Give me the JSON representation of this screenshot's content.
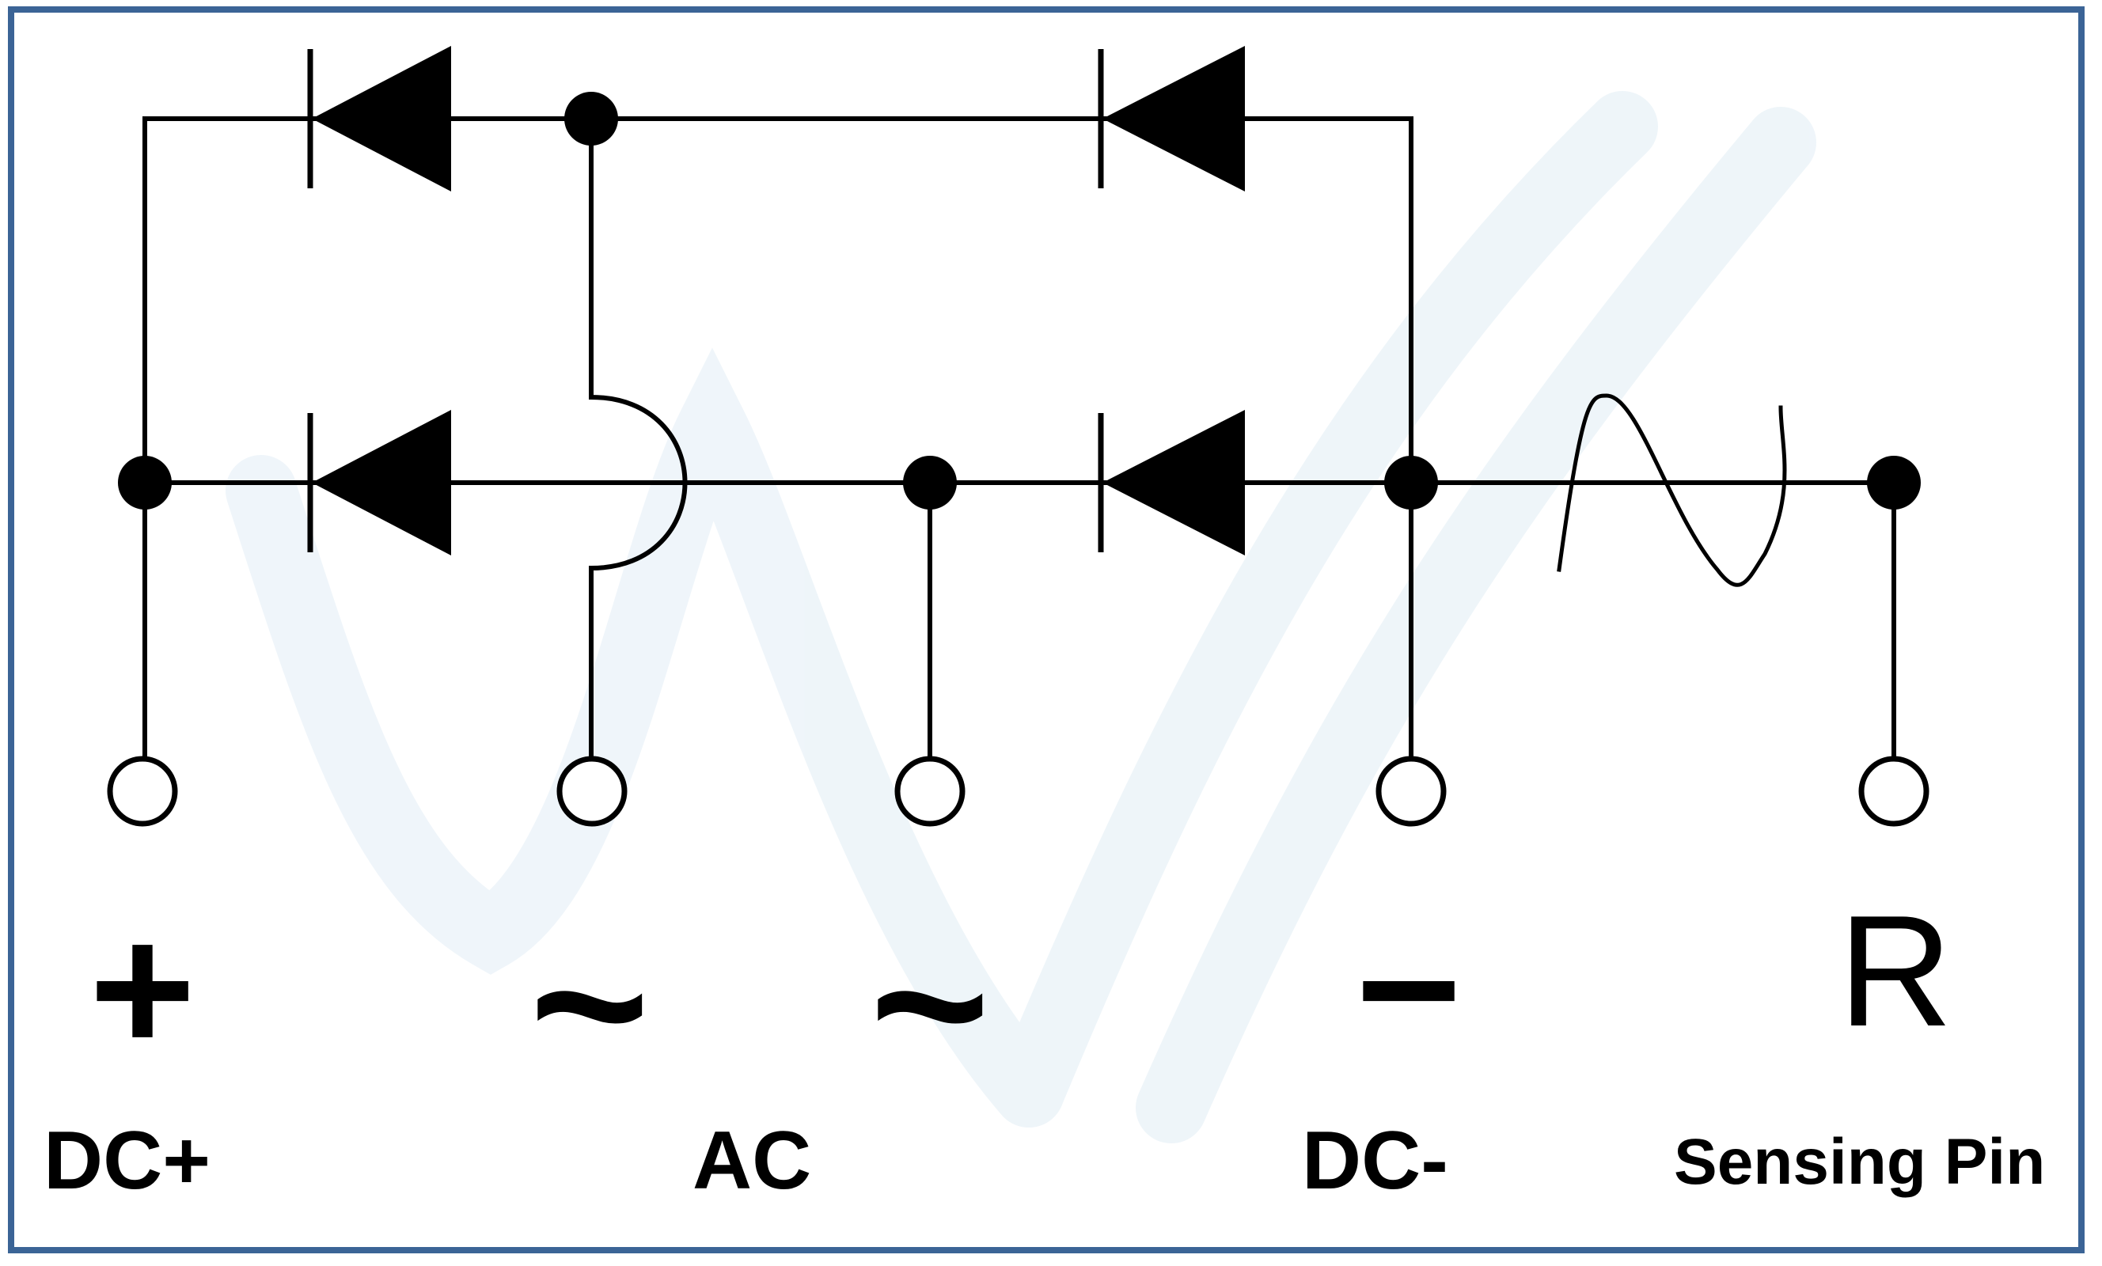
{
  "colors": {
    "frame": "#3b6496",
    "line": "#000000",
    "background": "#ffffff",
    "watermark": "#dbe9f3"
  },
  "terminals": [
    {
      "symbol": "+",
      "label": "DC+"
    },
    {
      "symbol": "~",
      "label": "AC"
    },
    {
      "symbol": "~",
      "label": ""
    },
    {
      "symbol": "−",
      "label": "DC-"
    },
    {
      "symbol": "R",
      "label": "Sensing Pin"
    }
  ]
}
